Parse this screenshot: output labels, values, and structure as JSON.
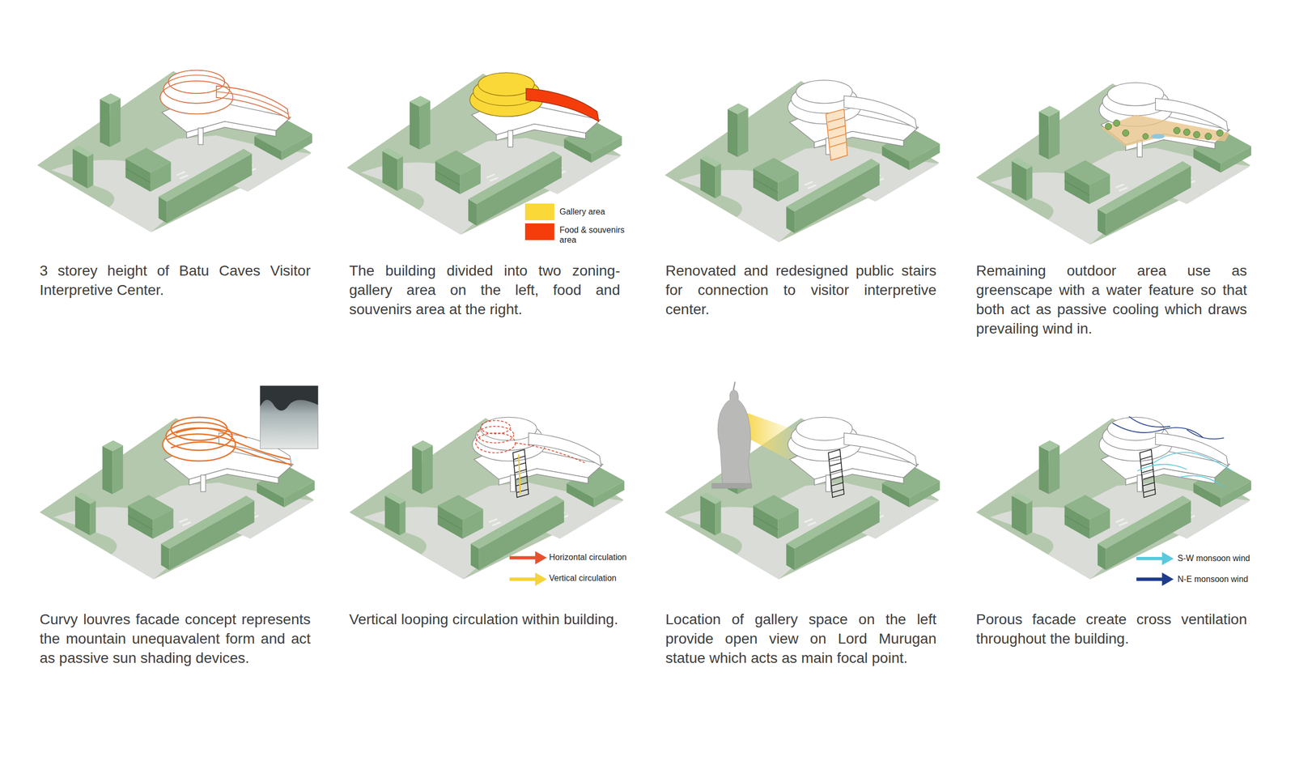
{
  "diagram": {
    "labels": [
      "3 storey height of Batu Caves Visitor Interpretive Center.",
      "The building divided into two zoning-gallery area on the left, food and souvenirs area at the right.",
      "Renovated and redesigned public stairs for connection to visitor interpretive center.",
      "Remaining outdoor area use as greenscape with a water feature so that both act as passive cooling which draws prevailing wind in.",
      "Curvy louvres facade concept represents the mountain unequavalent form and act as passive sun shading devices.",
      "Vertical looping circulation within building.",
      "Location of gallery space on the left provide open view on Lord Murugan statue which acts as main focal point.",
      "Porous facade create cross ventilation throughout the building."
    ],
    "legend": [
      {
        "text": "Gallery area",
        "color": "#f9d838"
      },
      {
        "text": "Food & souvenirs area",
        "color": "#f53d0c"
      },
      {
        "text": "Horizontal circulation"
      },
      {
        "text": "Vertical circulation"
      },
      {
        "text": "S-W monsoon wind"
      },
      {
        "text": "N-E monsoon wind"
      }
    ]
  }
}
